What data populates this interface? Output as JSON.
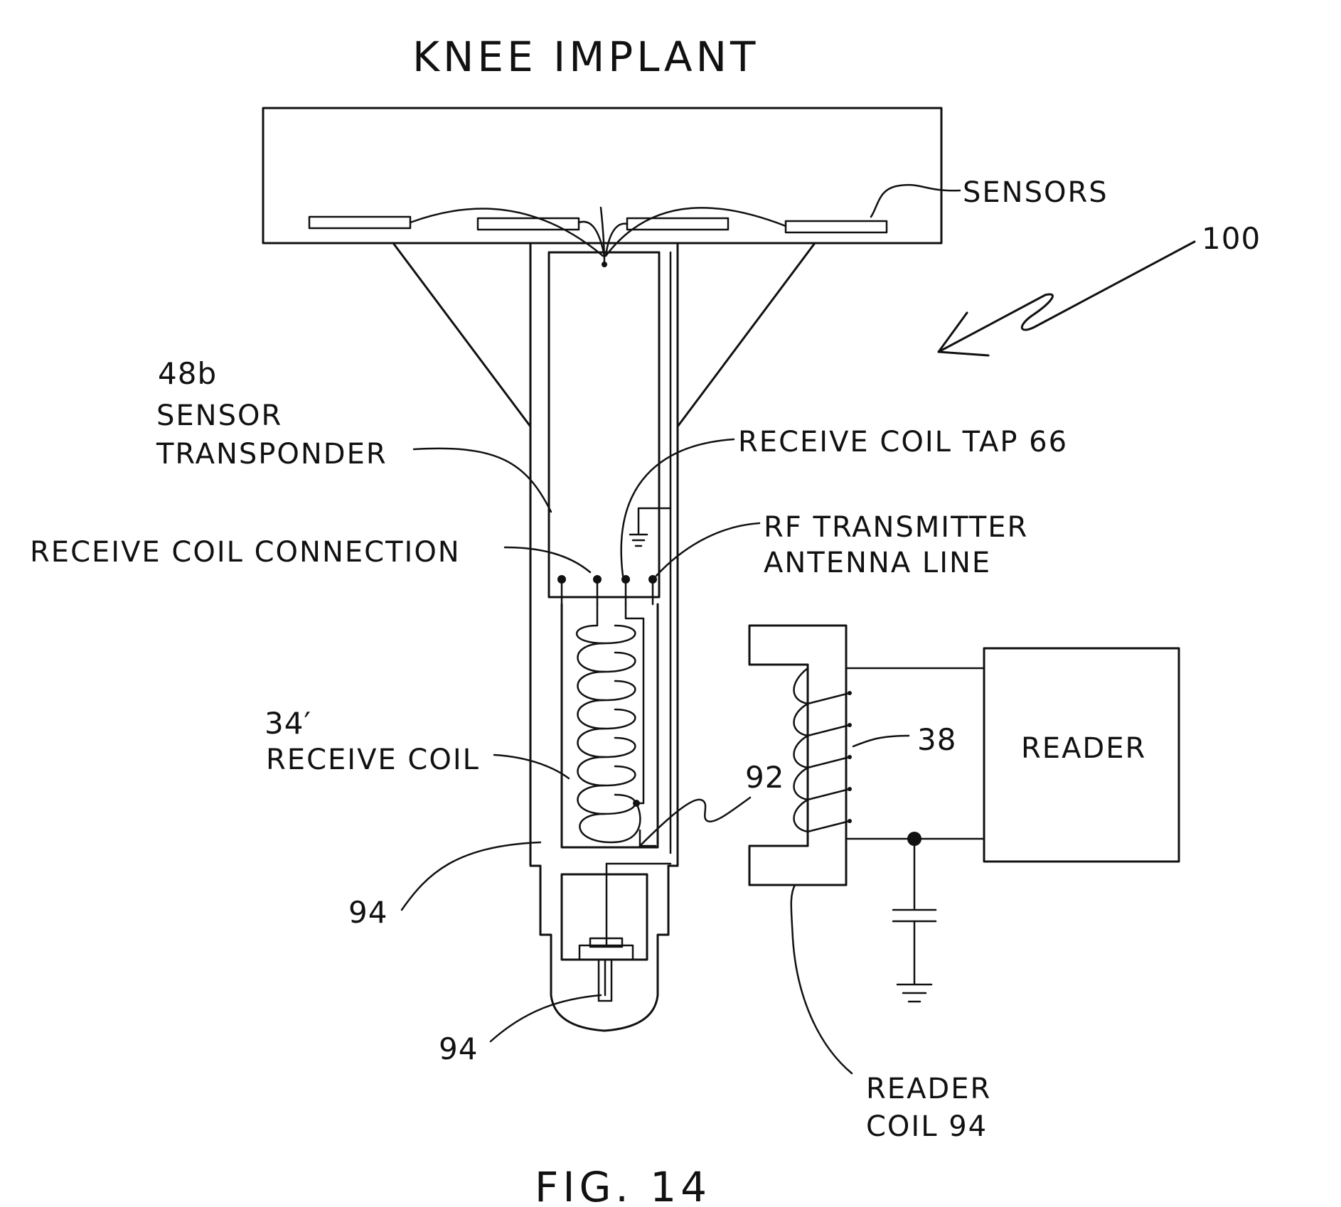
{
  "title": "KNEE IMPLANT",
  "caption": "FIG. 14",
  "labels": {
    "sensors": "SENSORS",
    "ref_100": "100",
    "ref_48b": "48b",
    "sensor": "SENSOR",
    "transponder": "TRANSPONDER",
    "receive_coil_tap": "RECEIVE COIL TAP 66",
    "receive_coil_connection": "RECEIVE COIL CONNECTION",
    "rf_transmitter": "RF TRANSMITTER",
    "antenna_line": "ANTENNA LINE",
    "ref_34": "34′",
    "receive_coil": "RECEIVE COIL",
    "ref_38": "38",
    "ref_92": "92",
    "reader": "READER",
    "ref_94_upper": "94",
    "ref_94_lower": "94",
    "reader_label": "READER",
    "coil_94": "COIL 94"
  }
}
